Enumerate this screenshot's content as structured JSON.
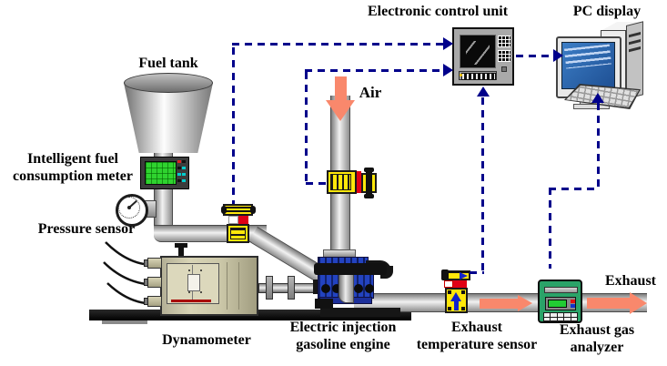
{
  "figure": {
    "kind": "engine test bench schematic"
  },
  "labels": {
    "ecu": "Electronic control unit",
    "pc": "PC display",
    "fuel_tank": "Fuel tank",
    "ifcm1": "Intelligent fuel",
    "ifcm2": "consumption meter",
    "pressure": "Pressure sensor",
    "air": "Air",
    "dyno": "Dynamometer",
    "engine1": "Electric injection",
    "engine2": "gasoline engine",
    "ets1": "Exhaust",
    "ets2": "temperature sensor",
    "ega1": "Exhaust gas",
    "ega2": "analyzer",
    "exhaust_out": "Exhaust"
  },
  "colors": {
    "signal_line": "#00008b",
    "flow_arrow": "#f9886c",
    "sensor_yellow": "#ffe70a",
    "alert_red": "#e00016",
    "analyzer_green": "#2aa368",
    "lcd_green": "#2fd32f",
    "pc_screen_blue": "#2a66b2",
    "engine_blue": "#2343c0"
  },
  "connections": {
    "signal": [
      {
        "from": "fuel-line-sensor",
        "to": "electronic-control-unit"
      },
      {
        "from": "air-intake-sensor",
        "to": "electronic-control-unit"
      },
      {
        "from": "exhaust-temperature-sensor",
        "to": "electronic-control-unit"
      },
      {
        "from": "electronic-control-unit",
        "to": "pc-display"
      },
      {
        "from": "exhaust-gas-analyzer",
        "to": "pc-display"
      }
    ],
    "flow": [
      {
        "label": "Air",
        "direction": "into engine intake"
      },
      {
        "label": "Exhaust",
        "direction": "out of engine exhaust pipe"
      }
    ]
  }
}
